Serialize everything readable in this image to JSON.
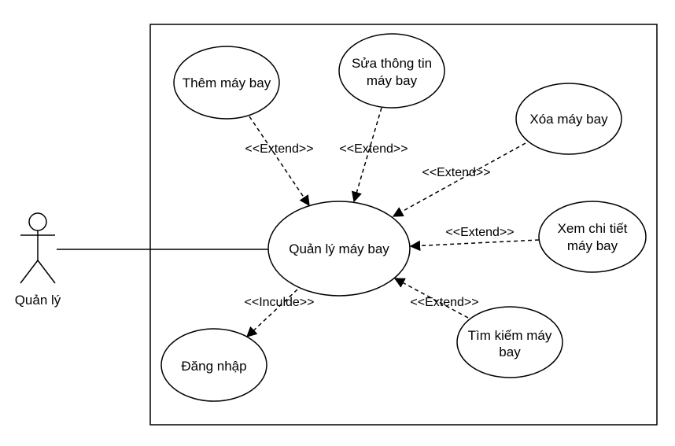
{
  "diagram": {
    "actor": {
      "name": "Quản lý"
    },
    "use_cases": {
      "main": {
        "lines": [
          "Quản lý máy bay"
        ]
      },
      "add": {
        "lines": [
          "Thêm máy bay"
        ]
      },
      "edit": {
        "lines": [
          "Sửa thông tin",
          "máy bay"
        ]
      },
      "delete": {
        "lines": [
          "Xóa máy bay"
        ]
      },
      "detail": {
        "lines": [
          "Xem chi tiết",
          "máy bay"
        ]
      },
      "search": {
        "lines": [
          "Tìm kiếm máy",
          "bay"
        ]
      },
      "login": {
        "lines": [
          "Đăng nhập"
        ]
      }
    },
    "relations": {
      "add": "<<Extend>>",
      "edit": "<<Extend>>",
      "delete": "<<Extend>>",
      "detail": "<<Extend>>",
      "search": "<<Extend>>",
      "login": "<<Inculde>>"
    },
    "colors": {
      "stroke": "#000000",
      "background": "#ffffff"
    }
  }
}
